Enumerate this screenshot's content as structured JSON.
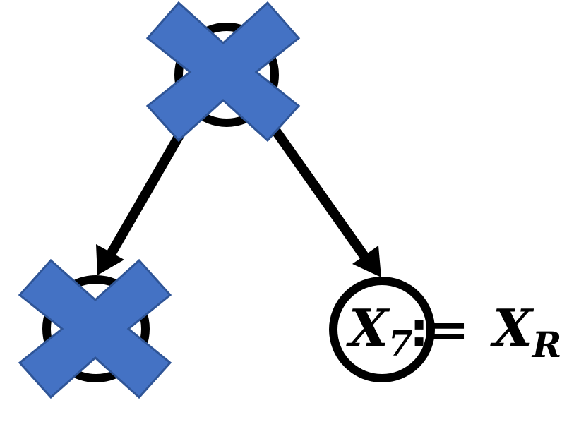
{
  "diagram": {
    "nodes": [
      {
        "id": "root",
        "crossed_out": true
      },
      {
        "id": "left-child",
        "crossed_out": true
      },
      {
        "id": "right-child",
        "crossed_out": false,
        "label": {
          "var": "X",
          "sub": "7"
        }
      }
    ],
    "edges": [
      {
        "from": "root",
        "to": "left-child"
      },
      {
        "from": "root",
        "to": "right-child"
      }
    ],
    "assignment": {
      "operator": ":=",
      "rhs_var": "X",
      "rhs_sub": "R"
    },
    "colors": {
      "cross_fill": "#4472C4",
      "cross_stroke": "#2F5597",
      "line": "#000000"
    },
    "icons": {
      "cross": "cross-out-icon"
    }
  }
}
